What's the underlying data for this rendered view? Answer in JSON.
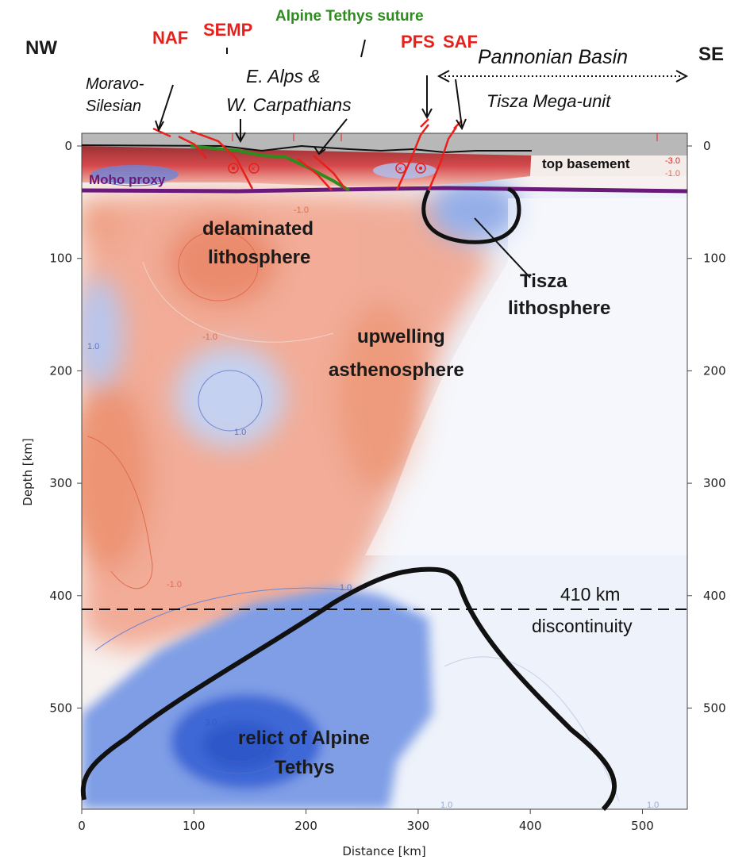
{
  "header": {
    "nw": "NW",
    "se": "SE",
    "naf": "NAF",
    "semp": "SEMP",
    "suture": "Alpine Tethys suture",
    "pfs": "PFS",
    "saf": "SAF",
    "pannonian": "Pannonian Basin",
    "tisza_mega": "Tisza Mega-unit",
    "moravo1": "Moravo-",
    "moravo2": "Silesian",
    "ealps1": "E. Alps &",
    "ealps2": "W. Carpathians"
  },
  "labels": {
    "top_basement": "top basement",
    "moho": "Moho proxy",
    "delam1": "delaminated",
    "delam2": "lithosphere",
    "tisza1": "Tisza",
    "tisza2": "lithosphere",
    "upwell1": "upwelling",
    "upwell2": "asthenosphere",
    "d410a": "410 km",
    "d410b": "discontinuity",
    "relict1": "relict of Alpine",
    "relict2": "Tethys"
  },
  "contour_labels": {
    "c1": "-1.0",
    "c2": "-1.0",
    "c3": "-1.0",
    "c4": "1.0",
    "c5": "1.0",
    "c6": "1.0",
    "c7": "3.0",
    "c8": "1.0",
    "c9": "1.0",
    "c10": "-3.0",
    "c11": "-1.0"
  },
  "axes": {
    "xlabel": "Distance [km]",
    "ylabel": "Depth [km]",
    "xticks": [
      "0",
      "100",
      "200",
      "300",
      "400",
      "500"
    ],
    "yticks": [
      "0",
      "100",
      "200",
      "300",
      "400",
      "500"
    ],
    "xrange_km": [
      0,
      540
    ],
    "yrange_km": [
      0,
      590
    ]
  },
  "colors": {
    "fault": "#e8201c",
    "suture": "#2e8b1e",
    "moho": "#6a1a7a",
    "slow": "#e8704a",
    "fast": "#3a64d8"
  }
}
